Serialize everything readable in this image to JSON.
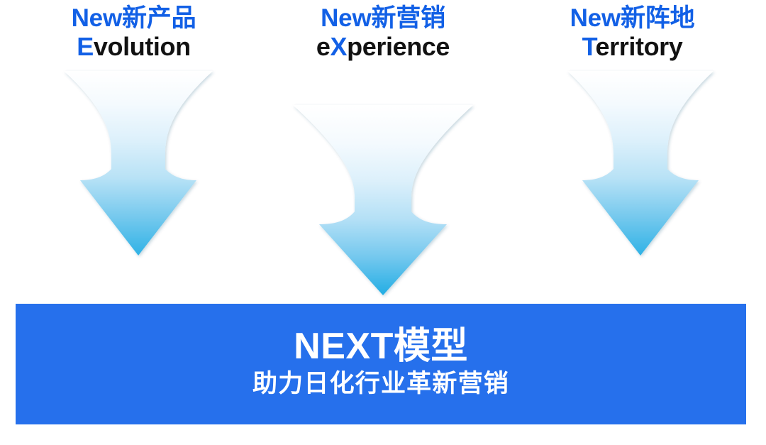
{
  "slide": {
    "background_color": "#ffffff",
    "accent_blue": "#1260E6",
    "banner_blue": "#2670EC",
    "arrow_top_color": "#ffffff",
    "arrow_bottom_color": "#35b4e6"
  },
  "pillars": [
    {
      "id": "evolution",
      "line1_en": "New",
      "line1_cn": "新产品",
      "line2_highlight": "E",
      "line2_rest": "volution",
      "arrow_name": "funnel-arrow-evolution"
    },
    {
      "id": "experience",
      "line1_en": "New",
      "line1_cn": "新营销",
      "line2_prefix": "e",
      "line2_highlight": "X",
      "line2_rest": "perience",
      "arrow_name": "funnel-arrow-experience"
    },
    {
      "id": "territory",
      "line1_en": "New",
      "line1_cn": "新阵地",
      "line2_highlight": "T",
      "line2_rest": "erritory",
      "arrow_name": "funnel-arrow-territory"
    }
  ],
  "banner": {
    "title": "NEXT模型",
    "subtitle": "助力日化行业革新营销"
  }
}
